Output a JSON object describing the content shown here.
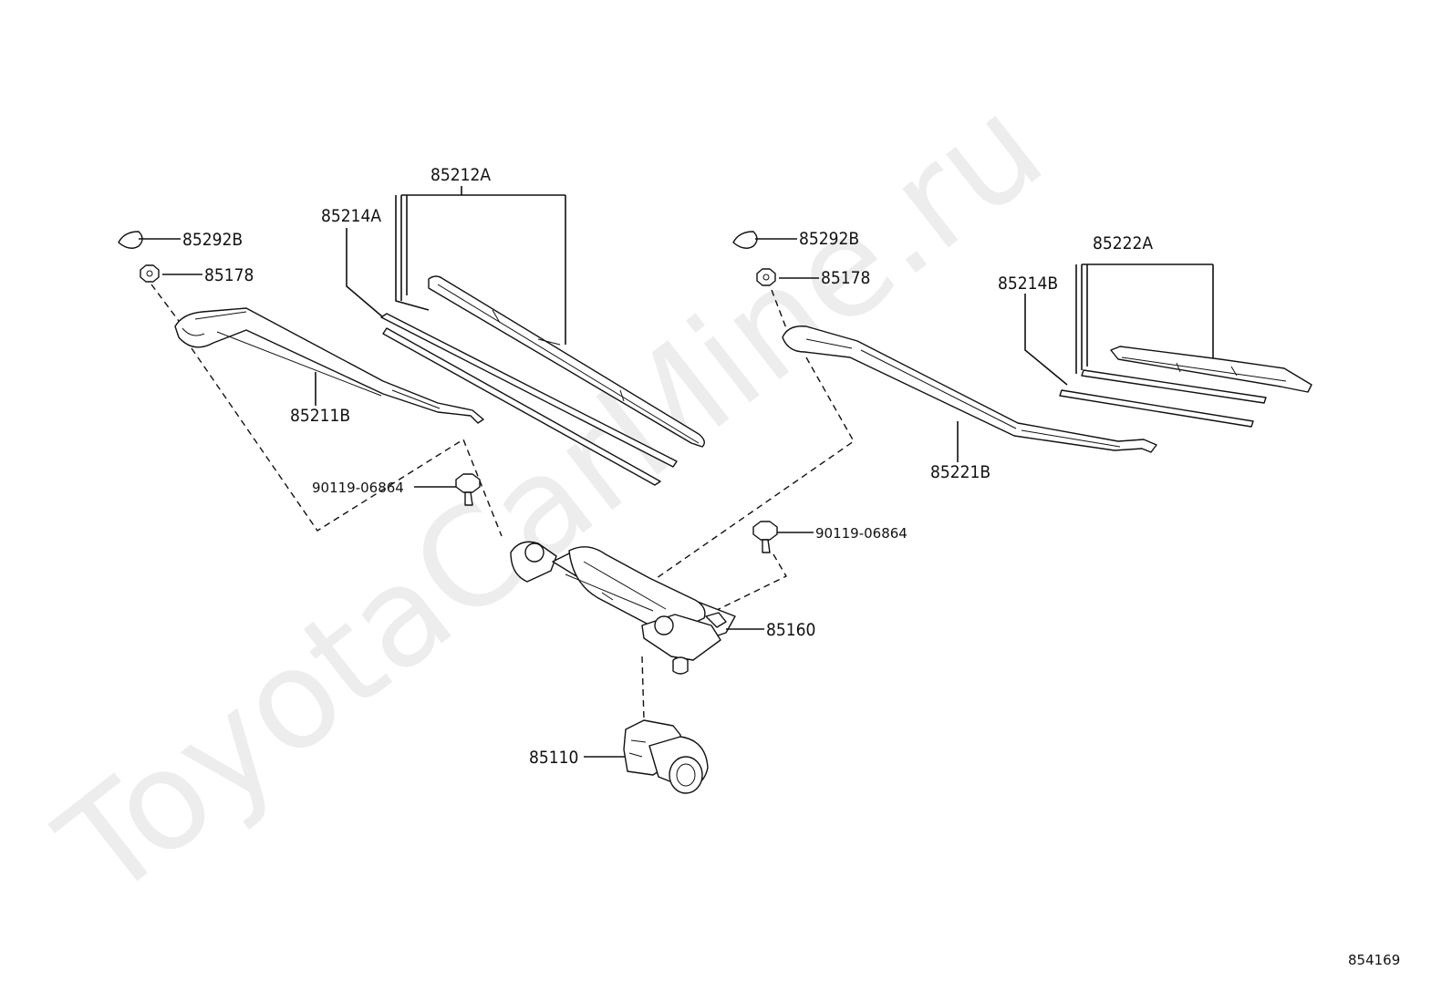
{
  "watermark": "ToyotaCarMine.ru",
  "figure_number": "854169",
  "callouts": {
    "left_cap": "85292B",
    "left_nut": "85178",
    "left_arm": "85211B",
    "left_blade_assy": "85212A",
    "left_blade_rubber": "85214A",
    "left_bolt": "90119-06864",
    "right_cap": "85292B",
    "right_nut": "85178",
    "right_arm": "85221B",
    "right_blade_assy": "85222A",
    "right_blade_rubber": "85214B",
    "right_bolt": "90119-06864",
    "link_assy": "85160",
    "motor": "85110"
  }
}
